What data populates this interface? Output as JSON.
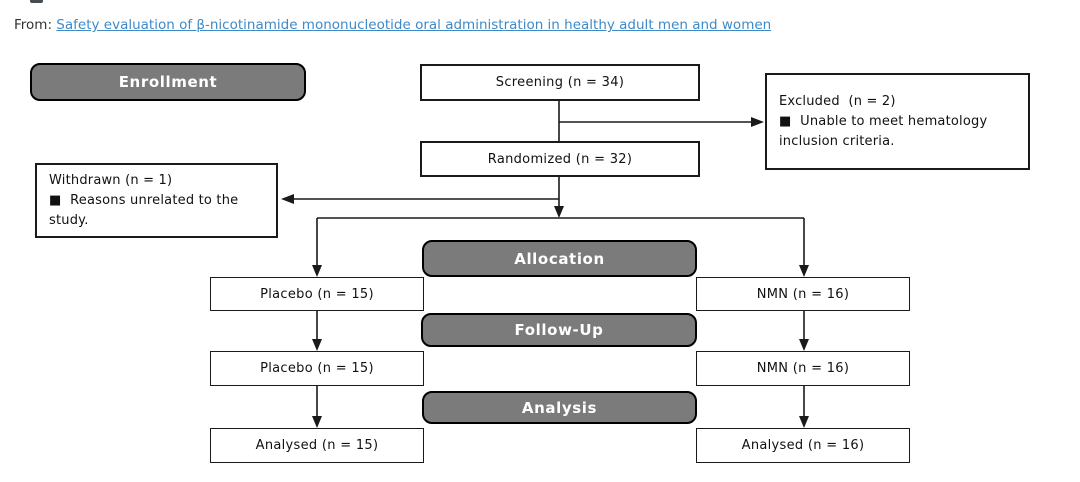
{
  "header": {
    "prefix": "From:",
    "link_text": "Safety evaluation of β-nicotinamide mononucleotide oral administration in healthy adult men and women"
  },
  "stages": {
    "enrollment": "Enrollment",
    "allocation": "Allocation",
    "follow_up": "Follow-Up",
    "analysis": "Analysis"
  },
  "nodes": {
    "screening": "Screening (n = 34)",
    "randomized": "Randomized (n = 32)",
    "excluded_lines": [
      "Excluded  (n = 2)",
      "■  Unable to meet hematology",
      "inclusion criteria."
    ],
    "withdrawn_lines": [
      "Withdrawn (n = 1)",
      "■  Reasons unrelated to the study."
    ],
    "placebo_allocated": "Placebo (n = 15)",
    "nmn_allocated": "NMN (n = 16)",
    "placebo_followed": "Placebo (n = 15)",
    "nmn_followed": "NMN (n = 16)",
    "placebo_analysed": "Analysed (n = 15)",
    "nmn_analysed": "Analysed (n = 16)"
  },
  "counts": {
    "screening": 34,
    "randomized": 32,
    "excluded": 2,
    "withdrawn": 1,
    "placebo_allocated": 15,
    "nmn_allocated": 16,
    "placebo_followed": 15,
    "nmn_followed": 16,
    "placebo_analysed": 15,
    "nmn_analysed": 16
  },
  "colors": {
    "accent_link": "#3e8ac9",
    "stage_fill": "#7b7b7b",
    "stage_text": "#ffffff",
    "line_color": "#1a1a1a",
    "text_color": "#111111"
  }
}
